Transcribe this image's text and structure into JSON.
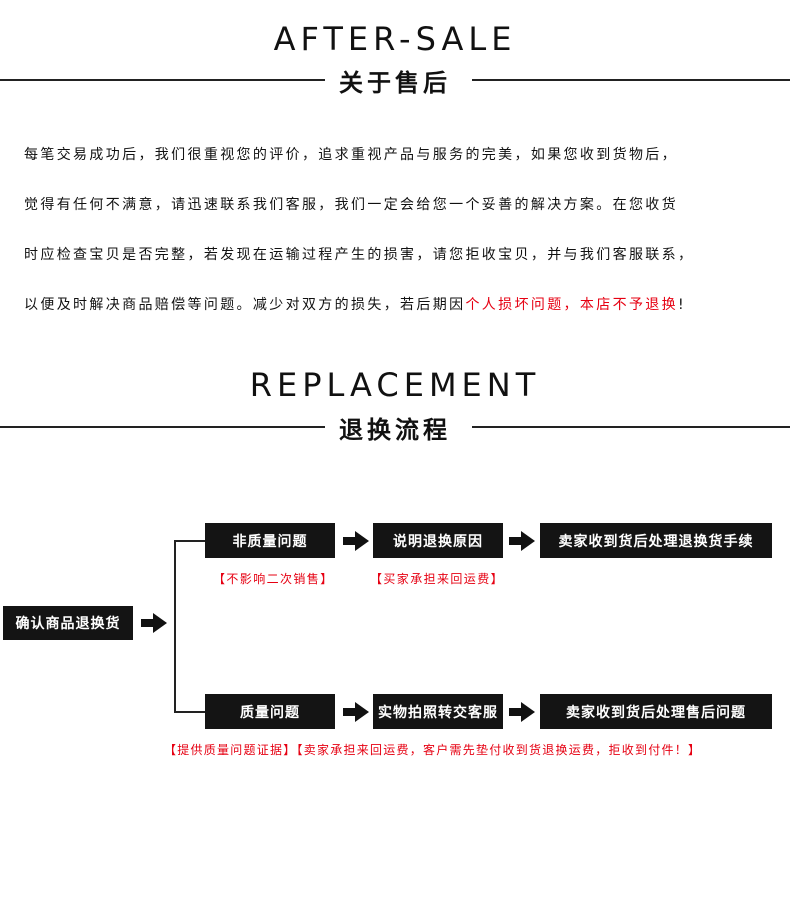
{
  "after_sale": {
    "title_en": "AFTER-SALE",
    "title_cn": "关于售后",
    "lines": [
      "每笔交易成功后，我们很重视您的评价，追求重视产品与服务的完美，如果您收到货物后，",
      "觉得有任何不满意，请迅速联系我们客服，我们一定会给您一个妥善的解决方案。在您收货",
      "时应检查宝贝是否完整，若发现在运输过程产生的损害，请您拒收宝贝，并与我们客服联系，"
    ],
    "last_line_normal": "以便及时解决商品赔偿等问题。减少对双方的损失，若后期因",
    "last_line_red": "个人损坏问题，本店不予退换",
    "last_line_end": "!"
  },
  "replacement": {
    "title_en": "REPLACEMENT",
    "title_cn": "退换流程",
    "start": "确认商品退换货",
    "row1": {
      "step1": "非质量问题",
      "step2": "说明退换原因",
      "step3": "卖家收到货后处理退换货手续",
      "note1": "【不影响二次销售】",
      "note2": "【买家承担来回运费】"
    },
    "row2": {
      "step1": "质量问题",
      "step2": "实物拍照转交客服",
      "step3": "卖家收到货后处理售后问题",
      "note": "【提供质量问题证据】【卖家承担来回运费，客户需先垫付收到货退换运费，拒收到付件！】"
    }
  },
  "colors": {
    "accent_red": "#e60012",
    "box_bg": "#141414"
  },
  "icons": {
    "arrow": "right-arrow-icon"
  }
}
